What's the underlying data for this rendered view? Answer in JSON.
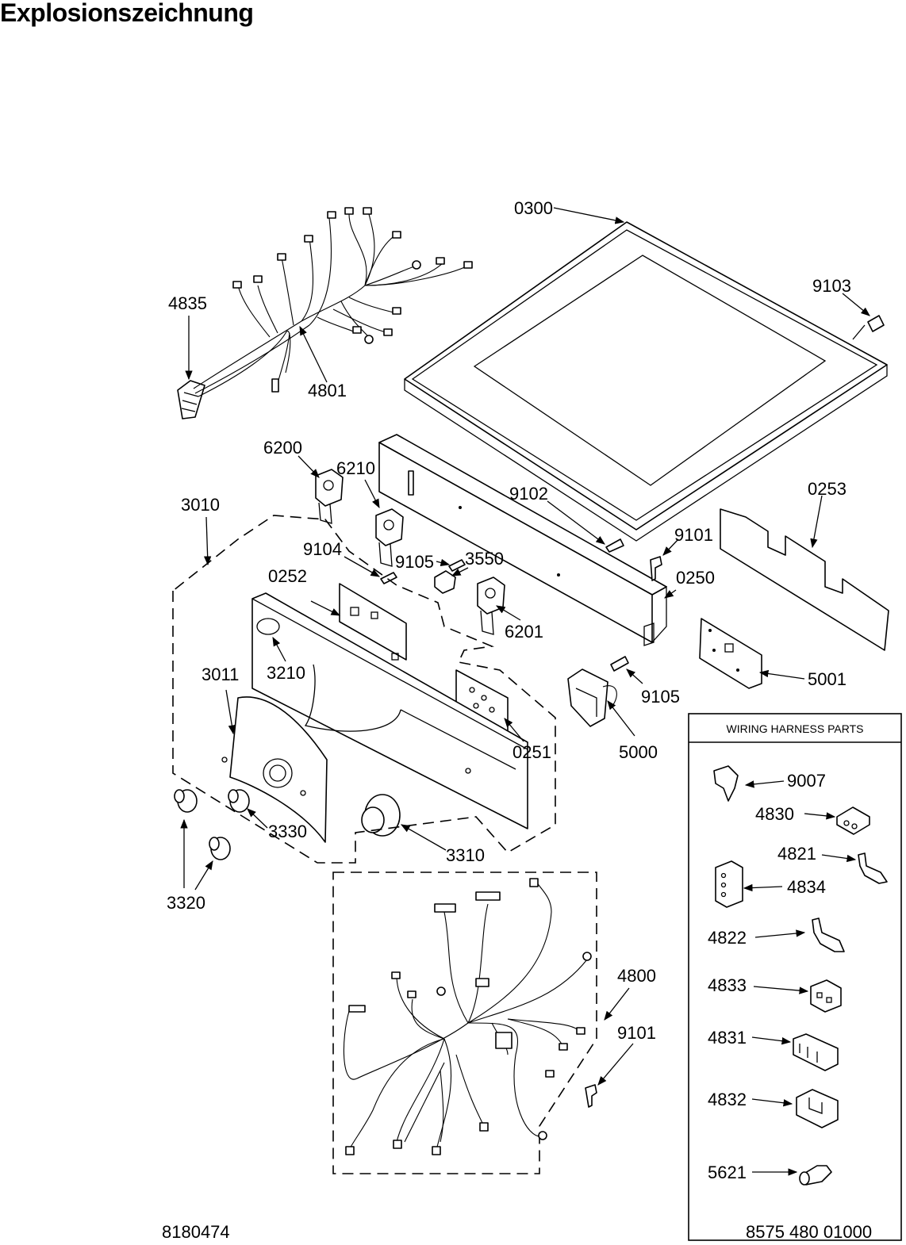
{
  "title": "Explosionszeichnung",
  "legend": {
    "title": "WIRING HARNESS PARTS"
  },
  "footer": {
    "left_code": "8180474",
    "right_code": "8575 480 01000"
  },
  "callouts": {
    "c0300": "0300",
    "c9103": "9103",
    "c4835": "4835",
    "c4801": "4801",
    "c6200": "6200",
    "c6210": "6210",
    "c3010": "3010",
    "c9102": "9102",
    "c0253": "0253",
    "c9101a": "9101",
    "c9104": "9104",
    "c9105a": "9105",
    "c3550": "3550",
    "c0252": "0252",
    "c0250": "0250",
    "c6201": "6201",
    "c3210": "3210",
    "c3011": "3011",
    "c5001": "5001",
    "c9105b": "9105",
    "c0251": "0251",
    "c5000": "5000",
    "c3330": "3330",
    "c3310": "3310",
    "c3320": "3320",
    "c4800": "4800",
    "c9101b": "9101",
    "c9007": "9007",
    "c4830": "4830",
    "c4821": "4821",
    "c4834": "4834",
    "c4822": "4822",
    "c4833": "4833",
    "c4831": "4831",
    "c4832": "4832",
    "c5621": "5621"
  }
}
